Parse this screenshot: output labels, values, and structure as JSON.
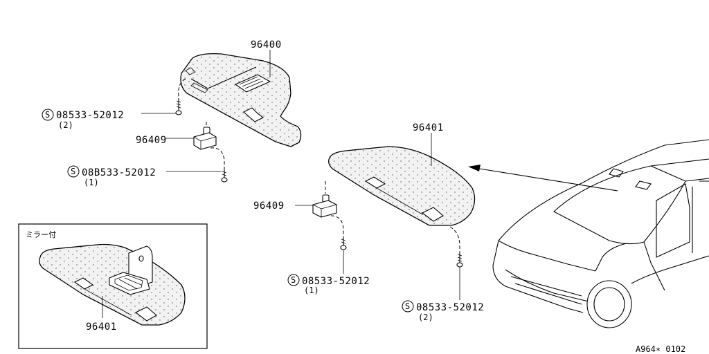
{
  "callouts": {
    "visor_rh": "96400",
    "visor_lh": "96401",
    "visor_mirror": "96401",
    "holder_top": "96409",
    "holder_mid": "96409",
    "screw_top": "08533-52012",
    "screw_top_qty": "(2)",
    "screw_left": "08B533-52012",
    "screw_left_qty": "(1)",
    "screw_mid": "08533-52012",
    "screw_mid_qty": "(1)",
    "screw_right": "08533-52012",
    "screw_right_qty": "(2)",
    "screw_symbol": "S"
  },
  "inset": {
    "title": "ミラー付"
  },
  "footer": {
    "code": "A964∗ 0102"
  }
}
